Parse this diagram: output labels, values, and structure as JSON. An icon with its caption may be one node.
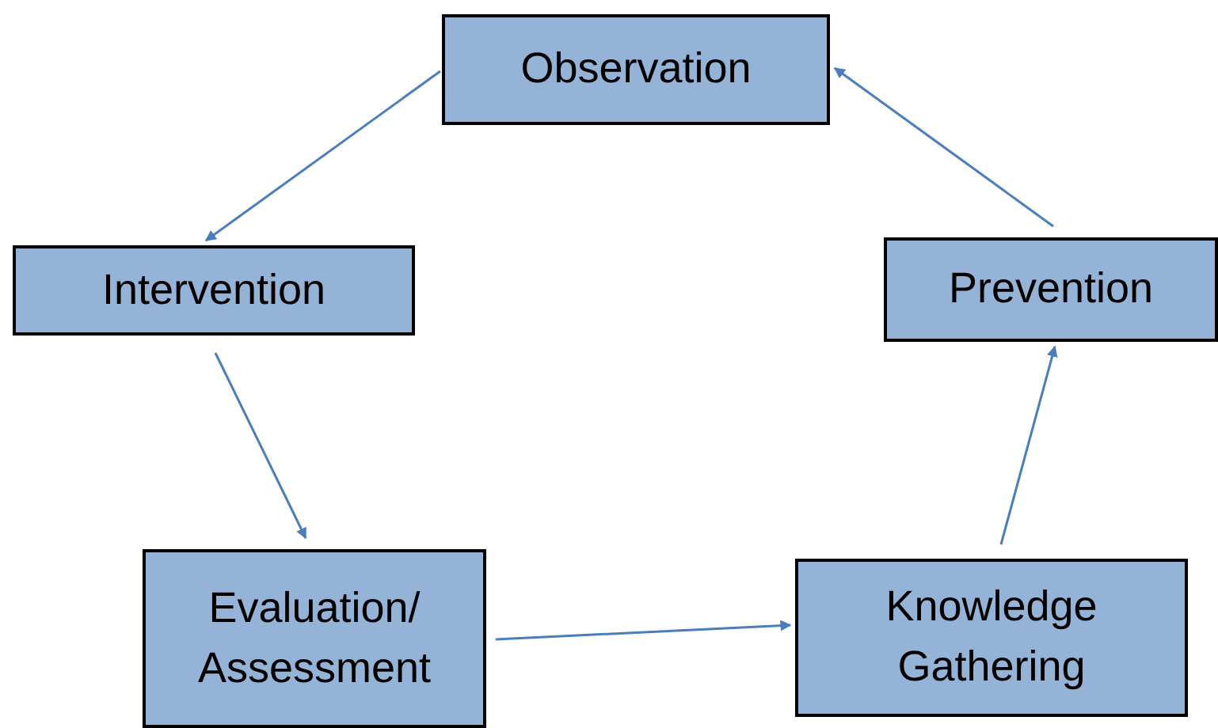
{
  "diagram": {
    "nodes": [
      {
        "text": [
          "Observation"
        ]
      },
      {
        "text": [
          "Intervention"
        ]
      },
      {
        "text": [
          "Prevention"
        ]
      },
      {
        "text": [
          "Evaluation/ Assessment"
        ]
      },
      {
        "text": [
          "Knowledge Gathering"
        ]
      }
    ],
    "edges": [
      {
        "from": 0,
        "to": 1,
        "arrow": "to"
      },
      {
        "from": 1,
        "to": 3,
        "arrow": "to"
      },
      {
        "from": 3,
        "to": 4,
        "arrow": "to"
      },
      {
        "from": 4,
        "to": 2,
        "arrow": "to"
      },
      {
        "from": 2,
        "to": 0,
        "arrow": "to"
      }
    ]
  }
}
